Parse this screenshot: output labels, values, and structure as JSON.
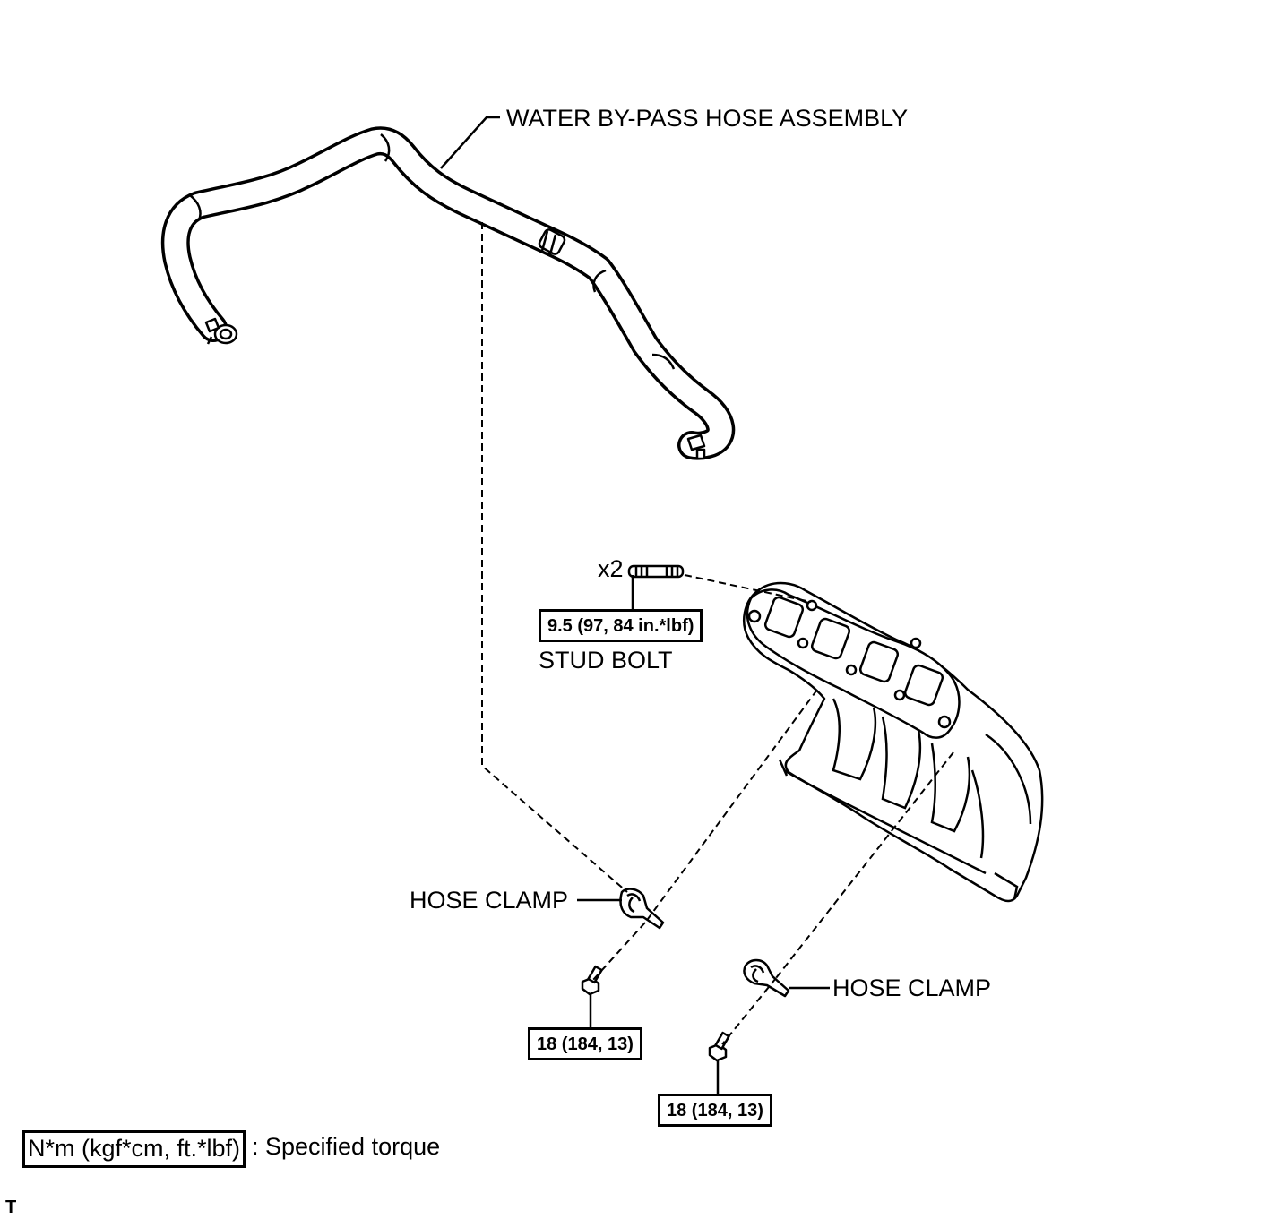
{
  "labels": {
    "water_bypass_hose": "WATER BY-PASS HOSE ASSEMBLY",
    "stud_qty": "x2",
    "stud_bolt": "STUD BOLT",
    "hose_clamp_left": "HOSE CLAMP",
    "hose_clamp_right": "HOSE CLAMP"
  },
  "torque_specs": {
    "stud_bolt": "9.5 (97, 84 in.*lbf)",
    "clamp_bolt_left": "18 (184, 13)",
    "clamp_bolt_right": "18 (184, 13)"
  },
  "legend": {
    "units_box": "N*m (kgf*cm, ft.*lbf)",
    "meaning": ": Specified torque"
  },
  "corner_mark": "T"
}
